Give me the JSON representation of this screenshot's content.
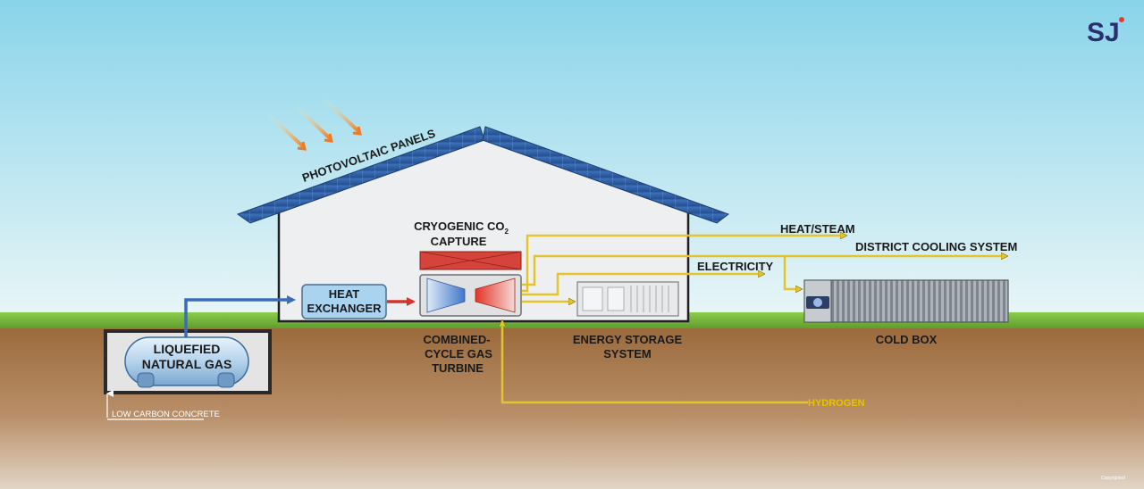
{
  "logo": {
    "text": "SJ",
    "dot_color": "#e63b2e"
  },
  "labels": {
    "photovoltaic": "PHOTOVOLTAIC PANELS",
    "cryogenic_line1": "CRYOGENIC CO",
    "cryogenic_sub": "2",
    "cryogenic_line2": "CAPTURE",
    "heat_exchanger_line1": "HEAT",
    "heat_exchanger_line2": "EXCHANGER",
    "lng_line1": "LIQUEFIED",
    "lng_line2": "NATURAL GAS",
    "ccgt_line1": "COMBINED-",
    "ccgt_line2": "CYCLE GAS",
    "ccgt_line3": "TURBINE",
    "ess_line1": "ENERGY STORAGE",
    "ess_line2": "SYSTEM",
    "cold_box": "COLD BOX",
    "heat_steam": "HEAT/STEAM",
    "district_cooling": "DISTRICT COOLING SYSTEM",
    "electricity": "ELECTRICITY",
    "hydrogen": "HYDROGEN",
    "low_carbon_concrete": "LOW CARBON CONCRETE",
    "copyright": "Copyrighted"
  },
  "colors": {
    "sky_top": "#89d4ea",
    "sky_bottom": "#e6f4f6",
    "grass": "#7cc043",
    "soil_top": "#9b6a3c",
    "soil_bottom": "#d9c9b8",
    "flow_arrow": "#e3c52b",
    "blue_pipe": "#3a6db5",
    "red_pipe": "#d8342b",
    "panel": "#2f5fa6",
    "hydrogen_text": "#e8c400"
  },
  "icons": [
    "sun-ray-icon",
    "solar-panel-icon",
    "battery-rack-icon",
    "cold-box-icon",
    "fan-icon"
  ]
}
